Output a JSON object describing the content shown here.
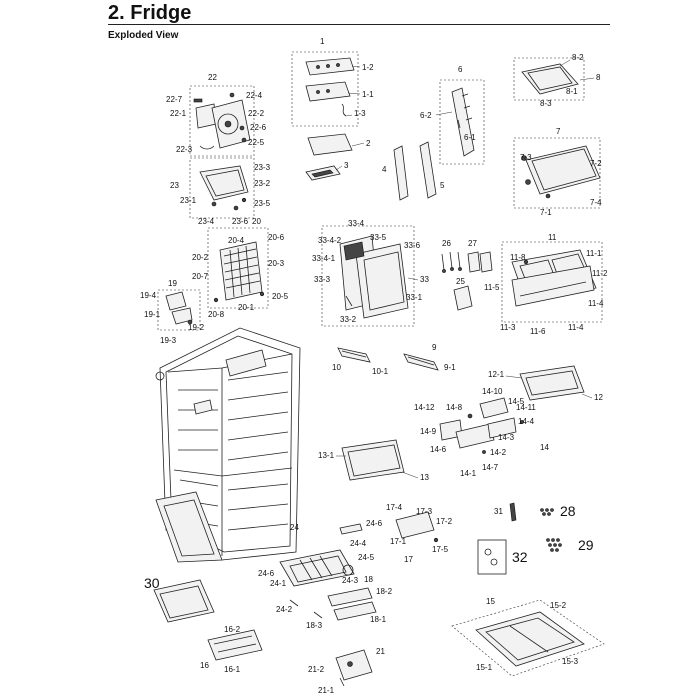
{
  "header": {
    "title": "2.  Fridge",
    "subtitle": "Exploded View"
  },
  "labels": {
    "p1": "1",
    "p1_2": "1-2",
    "p1_1": "1-1",
    "p1_3": "1-3",
    "p2": "2",
    "p3": "3",
    "p4": "4",
    "p5": "5",
    "p6": "6",
    "p6_1": "6-1",
    "p6_2": "6-2",
    "p7": "7",
    "p7_1": "7-1",
    "p7_2": "7-2",
    "p7_3": "7-3",
    "p7_4": "7-4",
    "p8": "8",
    "p8_1": "8-1",
    "p8_2": "8-2",
    "p8_3": "8-3",
    "p9": "9",
    "p9_1": "9-1",
    "p10": "10",
    "p10_1": "10-1",
    "p11": "11",
    "p11_1": "11-1",
    "p11_2": "11-2",
    "p11_3": "11-3",
    "p11_4a": "11-4",
    "p11_4b": "11-4",
    "p11_5": "11-5",
    "p11_6": "11-6",
    "p11_8": "11-8",
    "p12": "12",
    "p12_1": "12-1",
    "p13": "13",
    "p13_1": "13-1",
    "p14": "14",
    "p14_1": "14-1",
    "p14_2": "14-2",
    "p14_3": "14-3",
    "p14_4": "14-4",
    "p14_5": "14-5",
    "p14_6": "14-6",
    "p14_7": "14-7",
    "p14_8": "14-8",
    "p14_9": "14-9",
    "p14_10": "14-10",
    "p14_11": "14-11",
    "p14_12": "14-12",
    "p15": "15",
    "p15_1": "15-1",
    "p15_2": "15-2",
    "p15_3": "15-3",
    "p16": "16",
    "p16_1": "16-1",
    "p16_2": "16-2",
    "p17": "17",
    "p17_1": "17-1",
    "p17_2": "17-2",
    "p17_3": "17-3",
    "p17_4": "17-4",
    "p17_5": "17-5",
    "p18": "18",
    "p18_1": "18-1",
    "p18_2": "18-2",
    "p18_3": "18-3",
    "p19": "19",
    "p19_1": "19-1",
    "p19_2": "19-2",
    "p19_3": "19-3",
    "p19_4": "19-4",
    "p20": "20",
    "p20_1": "20-1",
    "p20_2": "20-2",
    "p20_3": "20-3",
    "p20_4": "20-4",
    "p20_5": "20-5",
    "p20_6": "20-6",
    "p20_7": "20-7",
    "p20_8": "20-8",
    "p21": "21",
    "p21_1": "21-1",
    "p21_2": "21-2",
    "p22": "22",
    "p22_1": "22-1",
    "p22_2": "22-2",
    "p22_3": "22-3",
    "p22_4": "22-4",
    "p22_5": "22-5",
    "p22_6": "22-6",
    "p22_7": "22-7",
    "p23": "23",
    "p23_1": "23-1",
    "p23_2": "23-2",
    "p23_3": "23-3",
    "p23_4": "23-4",
    "p23_5": "23-5",
    "p23_6": "23-6",
    "p24": "24",
    "p24_1": "24-1",
    "p24_2": "24-2",
    "p24_3": "24-3",
    "p24_4": "24-4",
    "p24_5": "24-5",
    "p24_6a": "24-6",
    "p24_6b": "24-6",
    "p25": "25",
    "p26": "26",
    "p27": "27",
    "p28": "28",
    "p29": "29",
    "p30": "30",
    "p31": "31",
    "p32": "32",
    "p33": "33",
    "p33_1": "33-1",
    "p33_2": "33-2",
    "p33_3": "33-3",
    "p33_4": "33-4",
    "p33_4_1": "33-4-1",
    "p33_4_2": "33-4-2",
    "p33_5": "33-5",
    "p33_6": "33-6"
  }
}
